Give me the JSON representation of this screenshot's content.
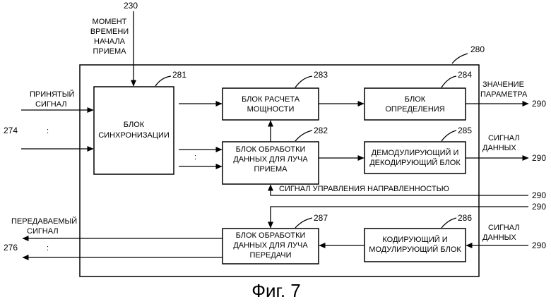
{
  "figure": {
    "caption": "Фиг. 7",
    "outer_ref": "280"
  },
  "blocks": {
    "sync": {
      "ref": "281",
      "lines": [
        "БЛОК",
        "СИНХРОНИЗАЦИИ"
      ]
    },
    "power": {
      "ref": "283",
      "lines": [
        "БЛОК РАСЧЕТА",
        "МОЩНОСТИ"
      ]
    },
    "decide": {
      "ref": "284",
      "lines": [
        "БЛОК",
        "ОПРЕДЕЛЕНИЯ"
      ]
    },
    "rxbeam": {
      "ref": "282",
      "lines": [
        "БЛОК ОБРАБОТКИ",
        "ДАННЫХ ДЛЯ ЛУЧА",
        "ПРИЕМА"
      ]
    },
    "demod": {
      "ref": "285",
      "lines": [
        "ДЕМОДУЛИРУЮЩИЙ И",
        "ДЕКОДИРУЮЩИЙ БЛОК"
      ]
    },
    "txbeam": {
      "ref": "287",
      "lines": [
        "БЛОК ОБРАБОТКИ",
        "ДАННЫХ ДЛЯ ЛУЧА",
        "ПЕРЕДАЧИ"
      ]
    },
    "coder": {
      "ref": "286",
      "lines": [
        "КОДИРУЮЩИЙ И",
        "МОДУЛИРУЮЩИЙ БЛОК"
      ]
    }
  },
  "labels": {
    "start_time": [
      "МОМЕНТ",
      "ВРЕМЕНИ",
      "НАЧАЛА",
      "ПРИЕМА"
    ],
    "start_time_ref": "230",
    "received": [
      "ПРИНЯТЫЙ",
      "СИГНАЛ"
    ],
    "received_ref": "274",
    "ellipsis": ":",
    "transmitted": [
      "ПЕРЕДАВАЕМЫЙ",
      "СИГНАЛ"
    ],
    "transmitted_ref": "276",
    "param_value": [
      "ЗНАЧЕНИЕ",
      "ПАРАМЕТРА"
    ],
    "data_signal": [
      "СИГНАЛ",
      "ДАННЫХ"
    ],
    "direction_control": "СИГНАЛ УПРАВЛЕНИЯ НАПРАВЛЕННОСТЬЮ",
    "ext_ref": "290"
  }
}
